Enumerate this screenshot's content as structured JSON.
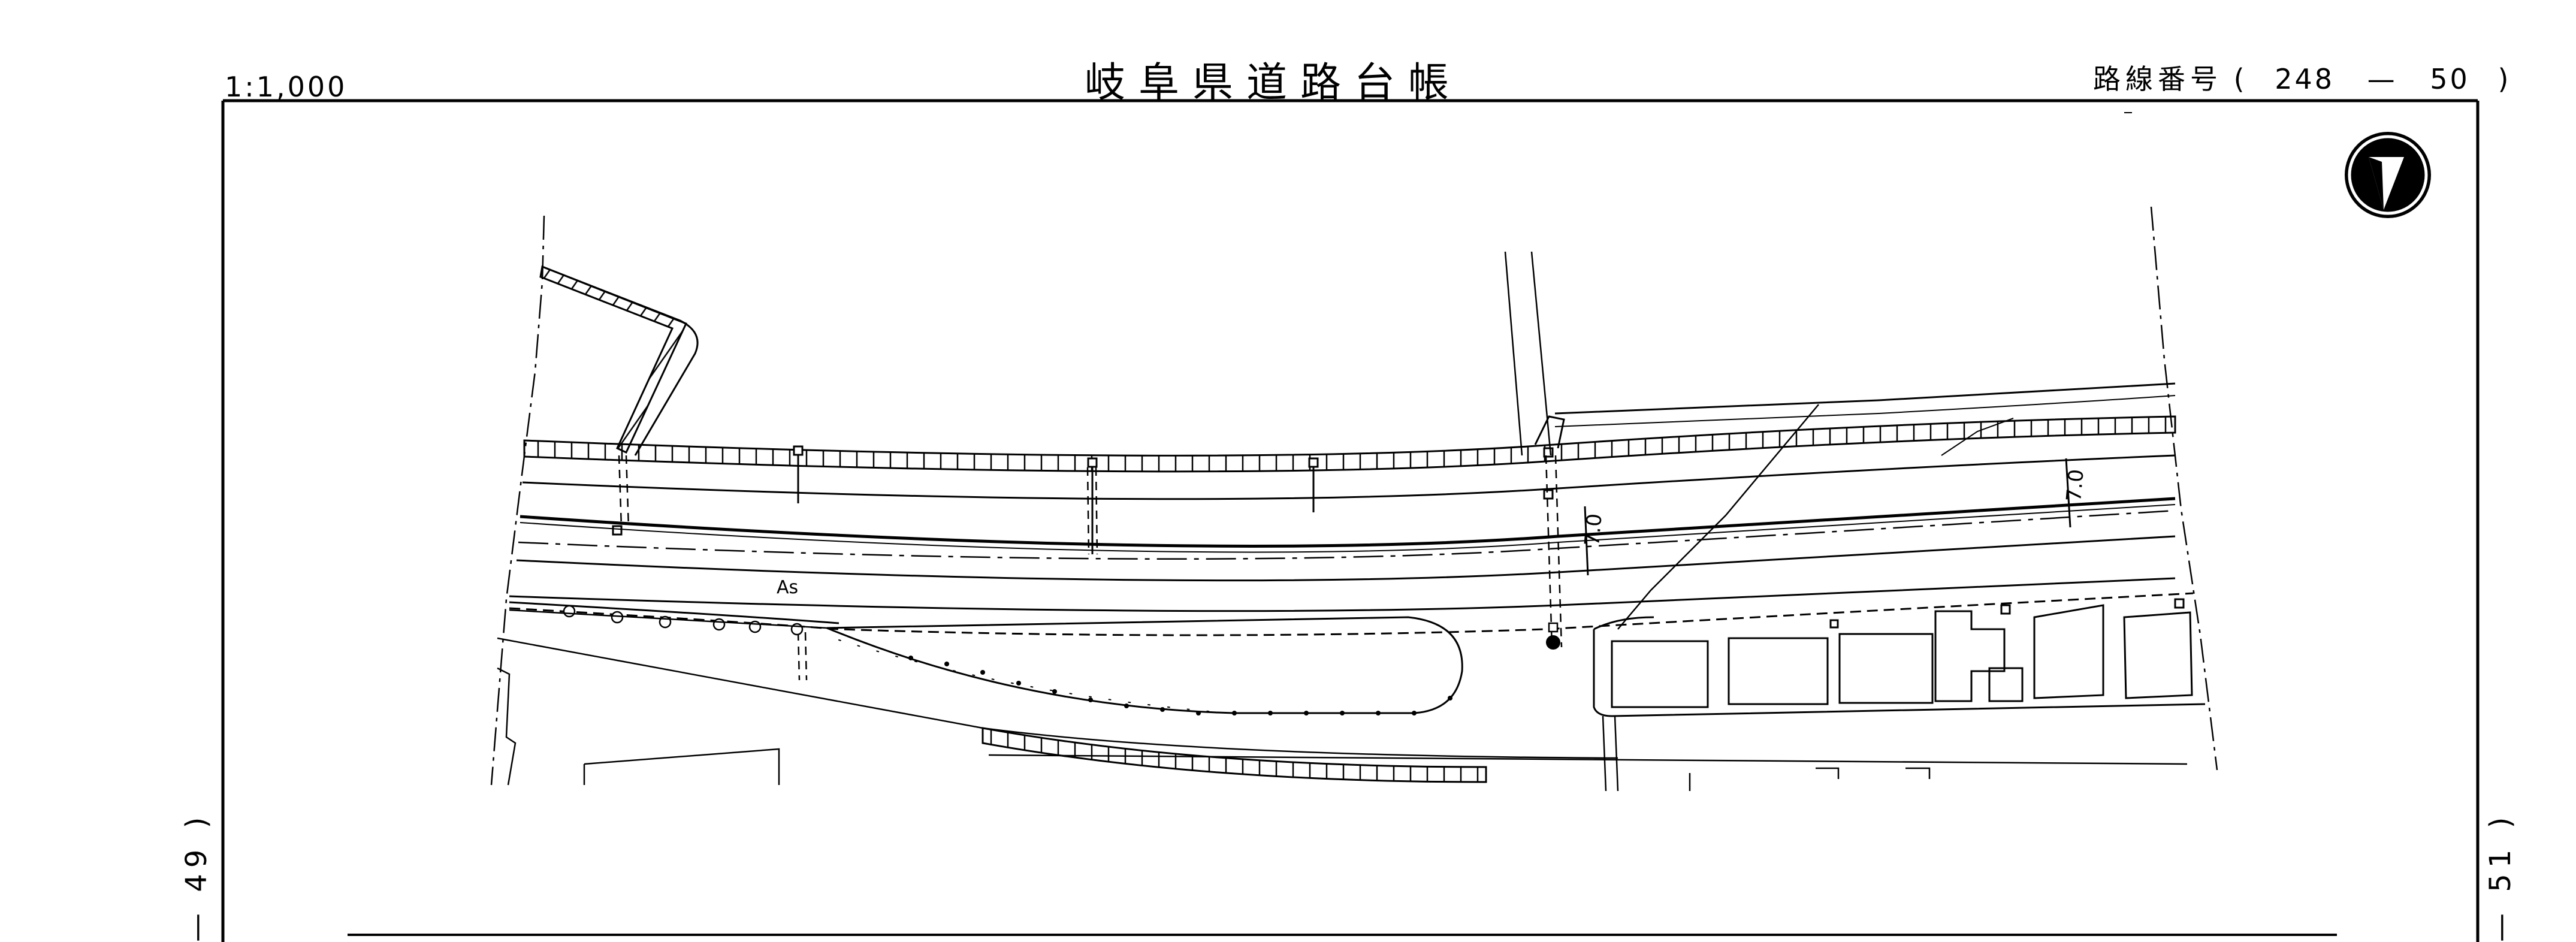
{
  "header": {
    "scale": "1:1,000",
    "title": "岐阜県道路台帳",
    "route_label": "路線番号",
    "route_open": "(",
    "route_number": "248",
    "route_dash": "—",
    "route_sheet": "50",
    "route_close": ")"
  },
  "map": {
    "pavement_label": "As",
    "width_label_center": "7.0",
    "width_label_right": "7.0"
  },
  "adjacent_sheets": {
    "left": "— 49 )",
    "right": "— 51 )"
  },
  "colors": {
    "ink": "#000000",
    "paper": "#ffffff"
  },
  "icons": {
    "north": "north-arrow-icon"
  }
}
